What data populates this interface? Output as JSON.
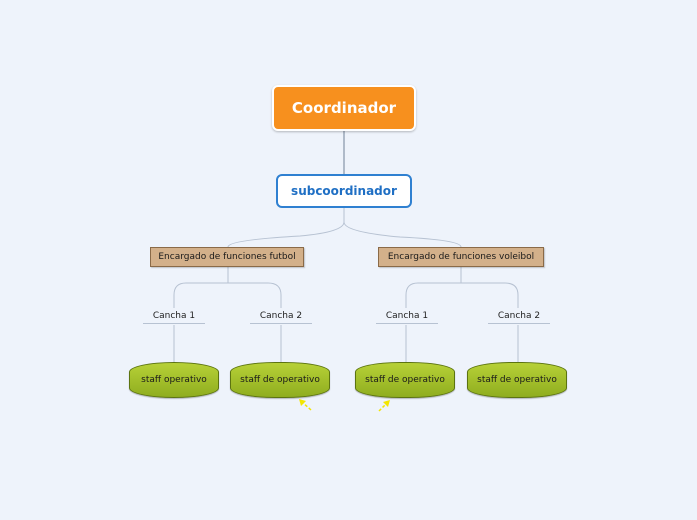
{
  "diagram": {
    "root": {
      "label": "Coordinador"
    },
    "sub": {
      "label": "subcoordinador"
    },
    "encargados": [
      {
        "label": "Encargado de funciones futbol"
      },
      {
        "label": "Encargado de funciones voleibol"
      }
    ],
    "canchas": [
      {
        "label": "Cancha 1"
      },
      {
        "label": "Cancha 2"
      },
      {
        "label": "Cancha 1"
      },
      {
        "label": "Cancha 2"
      }
    ],
    "staff": [
      {
        "label": "staff operativo"
      },
      {
        "label": "staff de operativo"
      },
      {
        "label": "staff de operativo"
      },
      {
        "label": "staff de operativo"
      }
    ],
    "colors": {
      "root": "#f7901e",
      "sub_border": "#2f80d1",
      "encargado": "#d3b08a",
      "staff": "#a4c02a",
      "link": "#b7c2d2",
      "arrow": "#f2e600"
    }
  }
}
